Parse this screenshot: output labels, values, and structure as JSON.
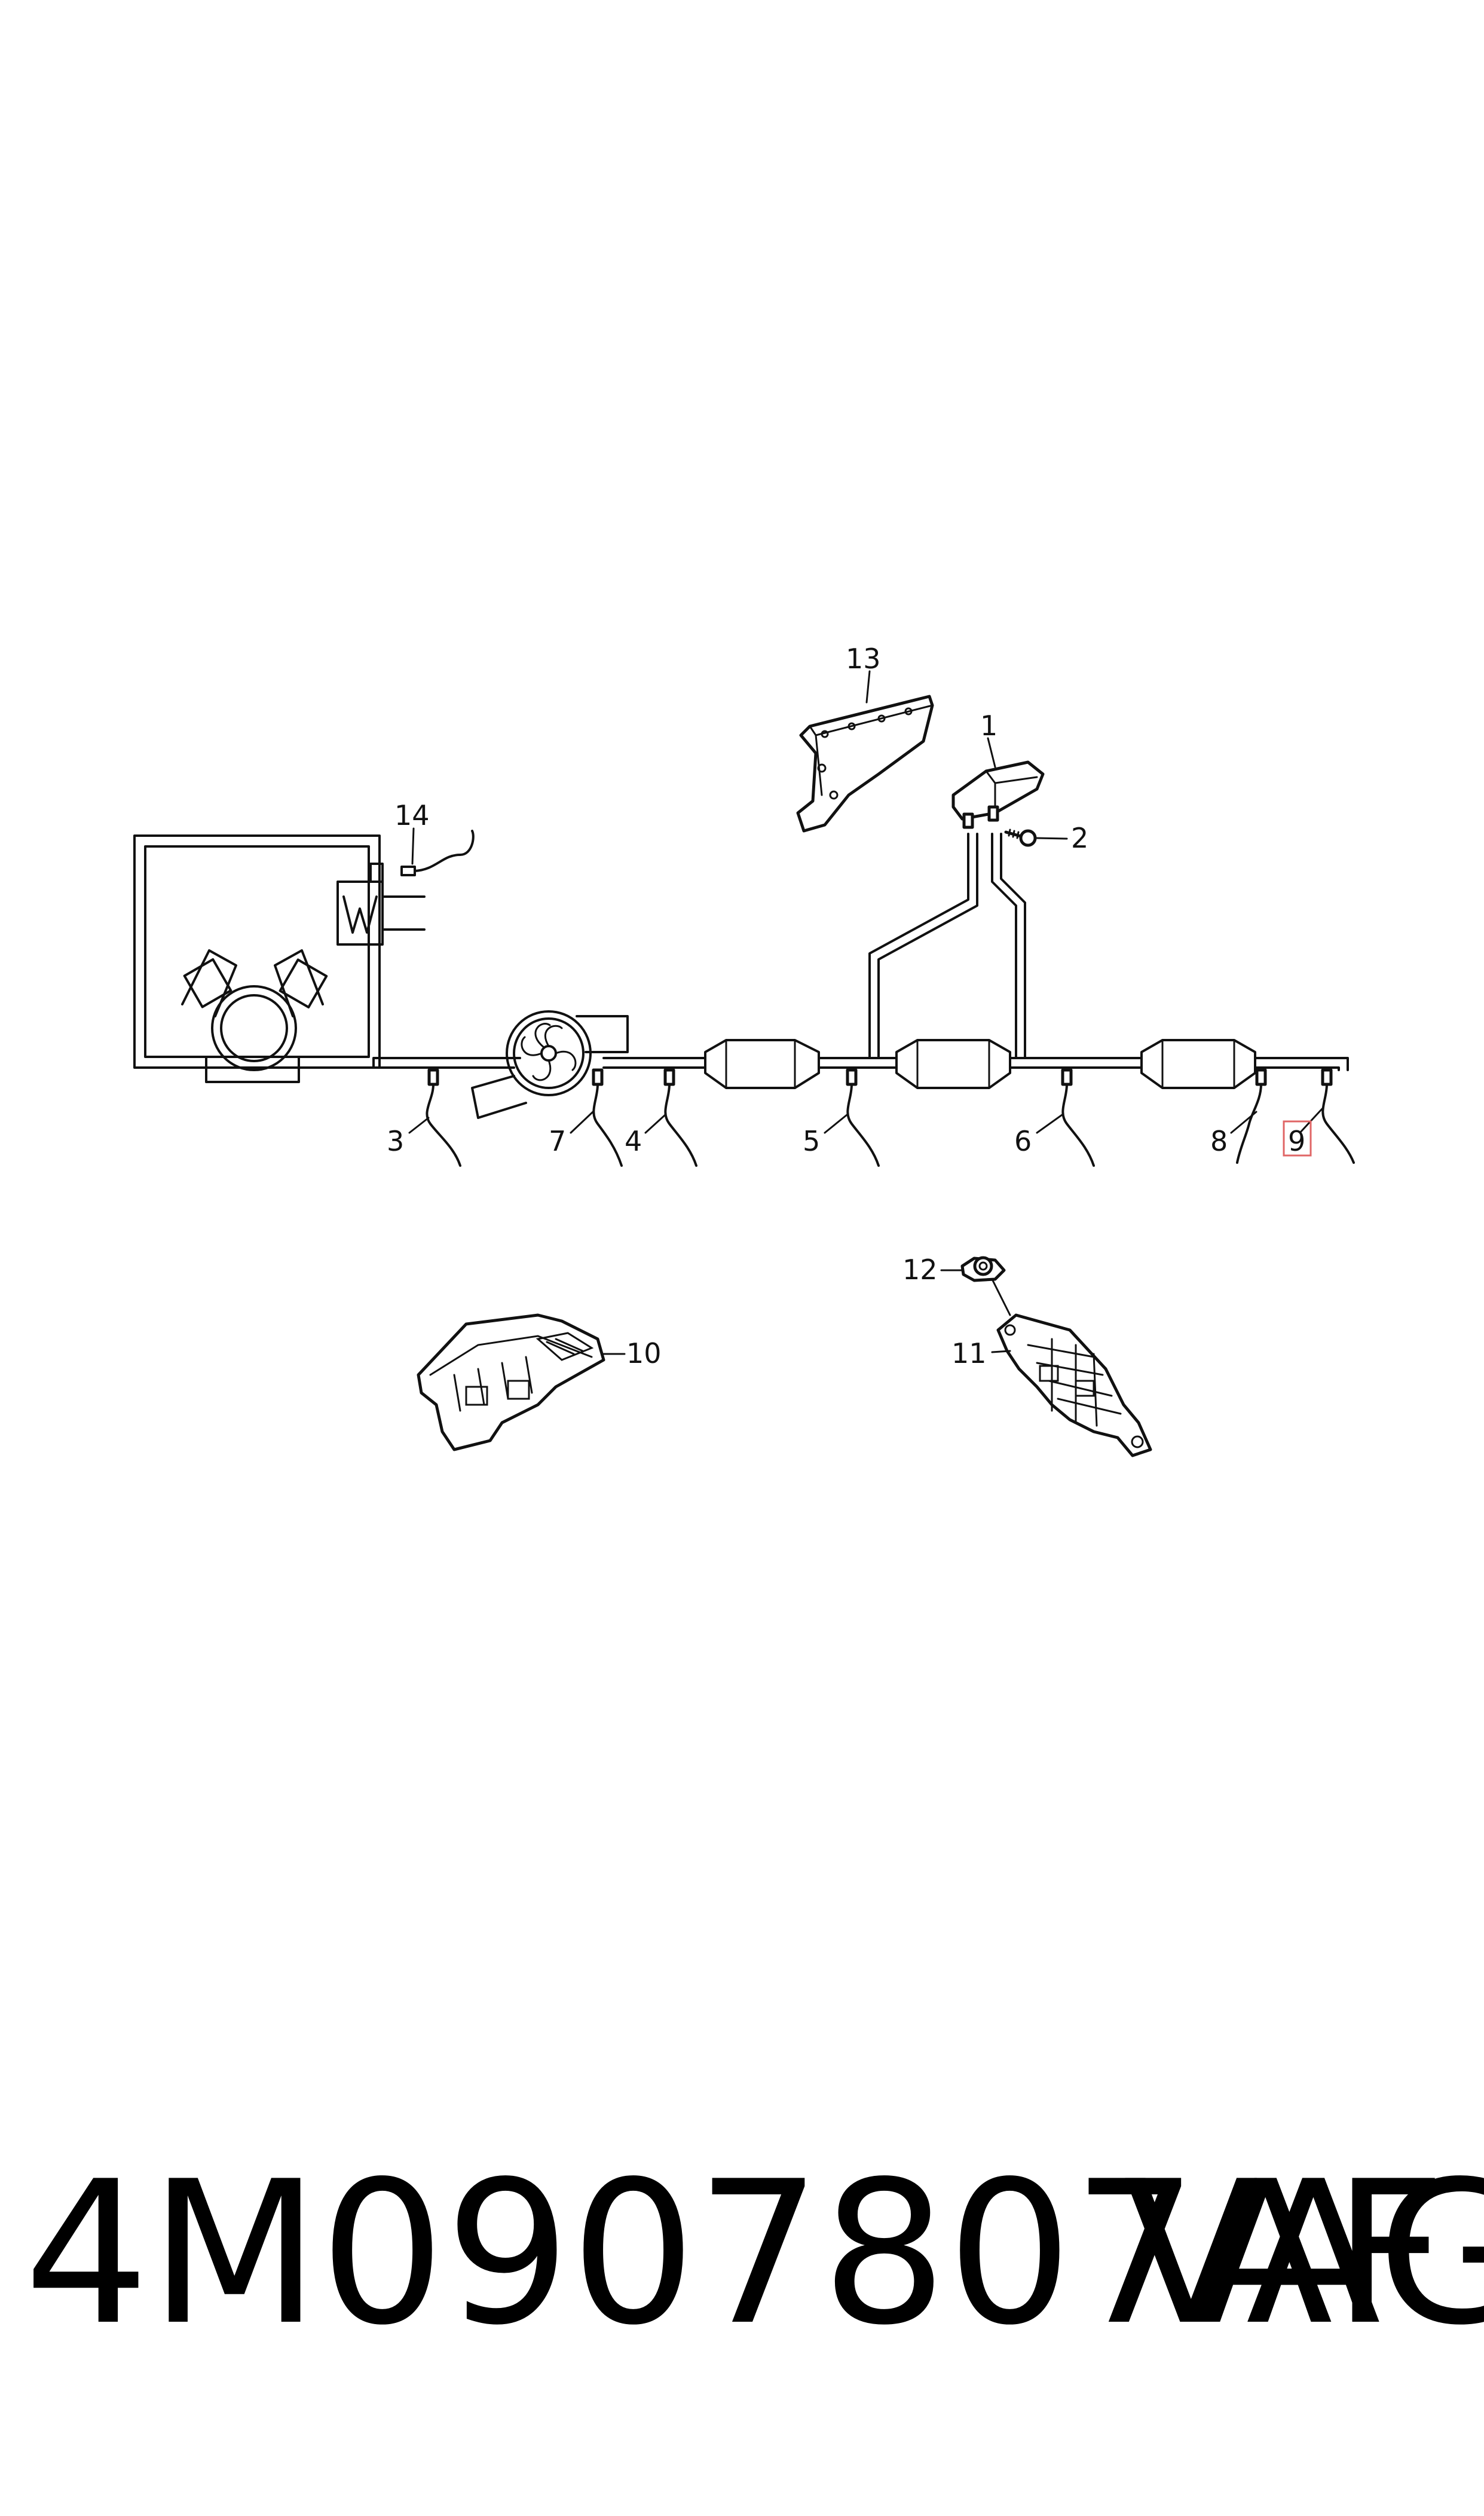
{
  "diagram": {
    "callouts": [
      {
        "id": "1",
        "text": "1"
      },
      {
        "id": "2",
        "text": "2"
      },
      {
        "id": "3",
        "text": "3"
      },
      {
        "id": "4",
        "text": "4"
      },
      {
        "id": "5",
        "text": "5"
      },
      {
        "id": "6",
        "text": "6"
      },
      {
        "id": "7",
        "text": "7"
      },
      {
        "id": "8",
        "text": "8"
      },
      {
        "id": "9",
        "text": "9",
        "highlighted": true
      },
      {
        "id": "10",
        "text": "10"
      },
      {
        "id": "11",
        "text": "11"
      },
      {
        "id": "12",
        "text": "12"
      },
      {
        "id": "13",
        "text": "13"
      },
      {
        "id": "14",
        "text": "14"
      }
    ],
    "highlight_color": "#e06666"
  },
  "footer": {
    "part_number": "4M0907807AF",
    "brand": "VAG"
  }
}
